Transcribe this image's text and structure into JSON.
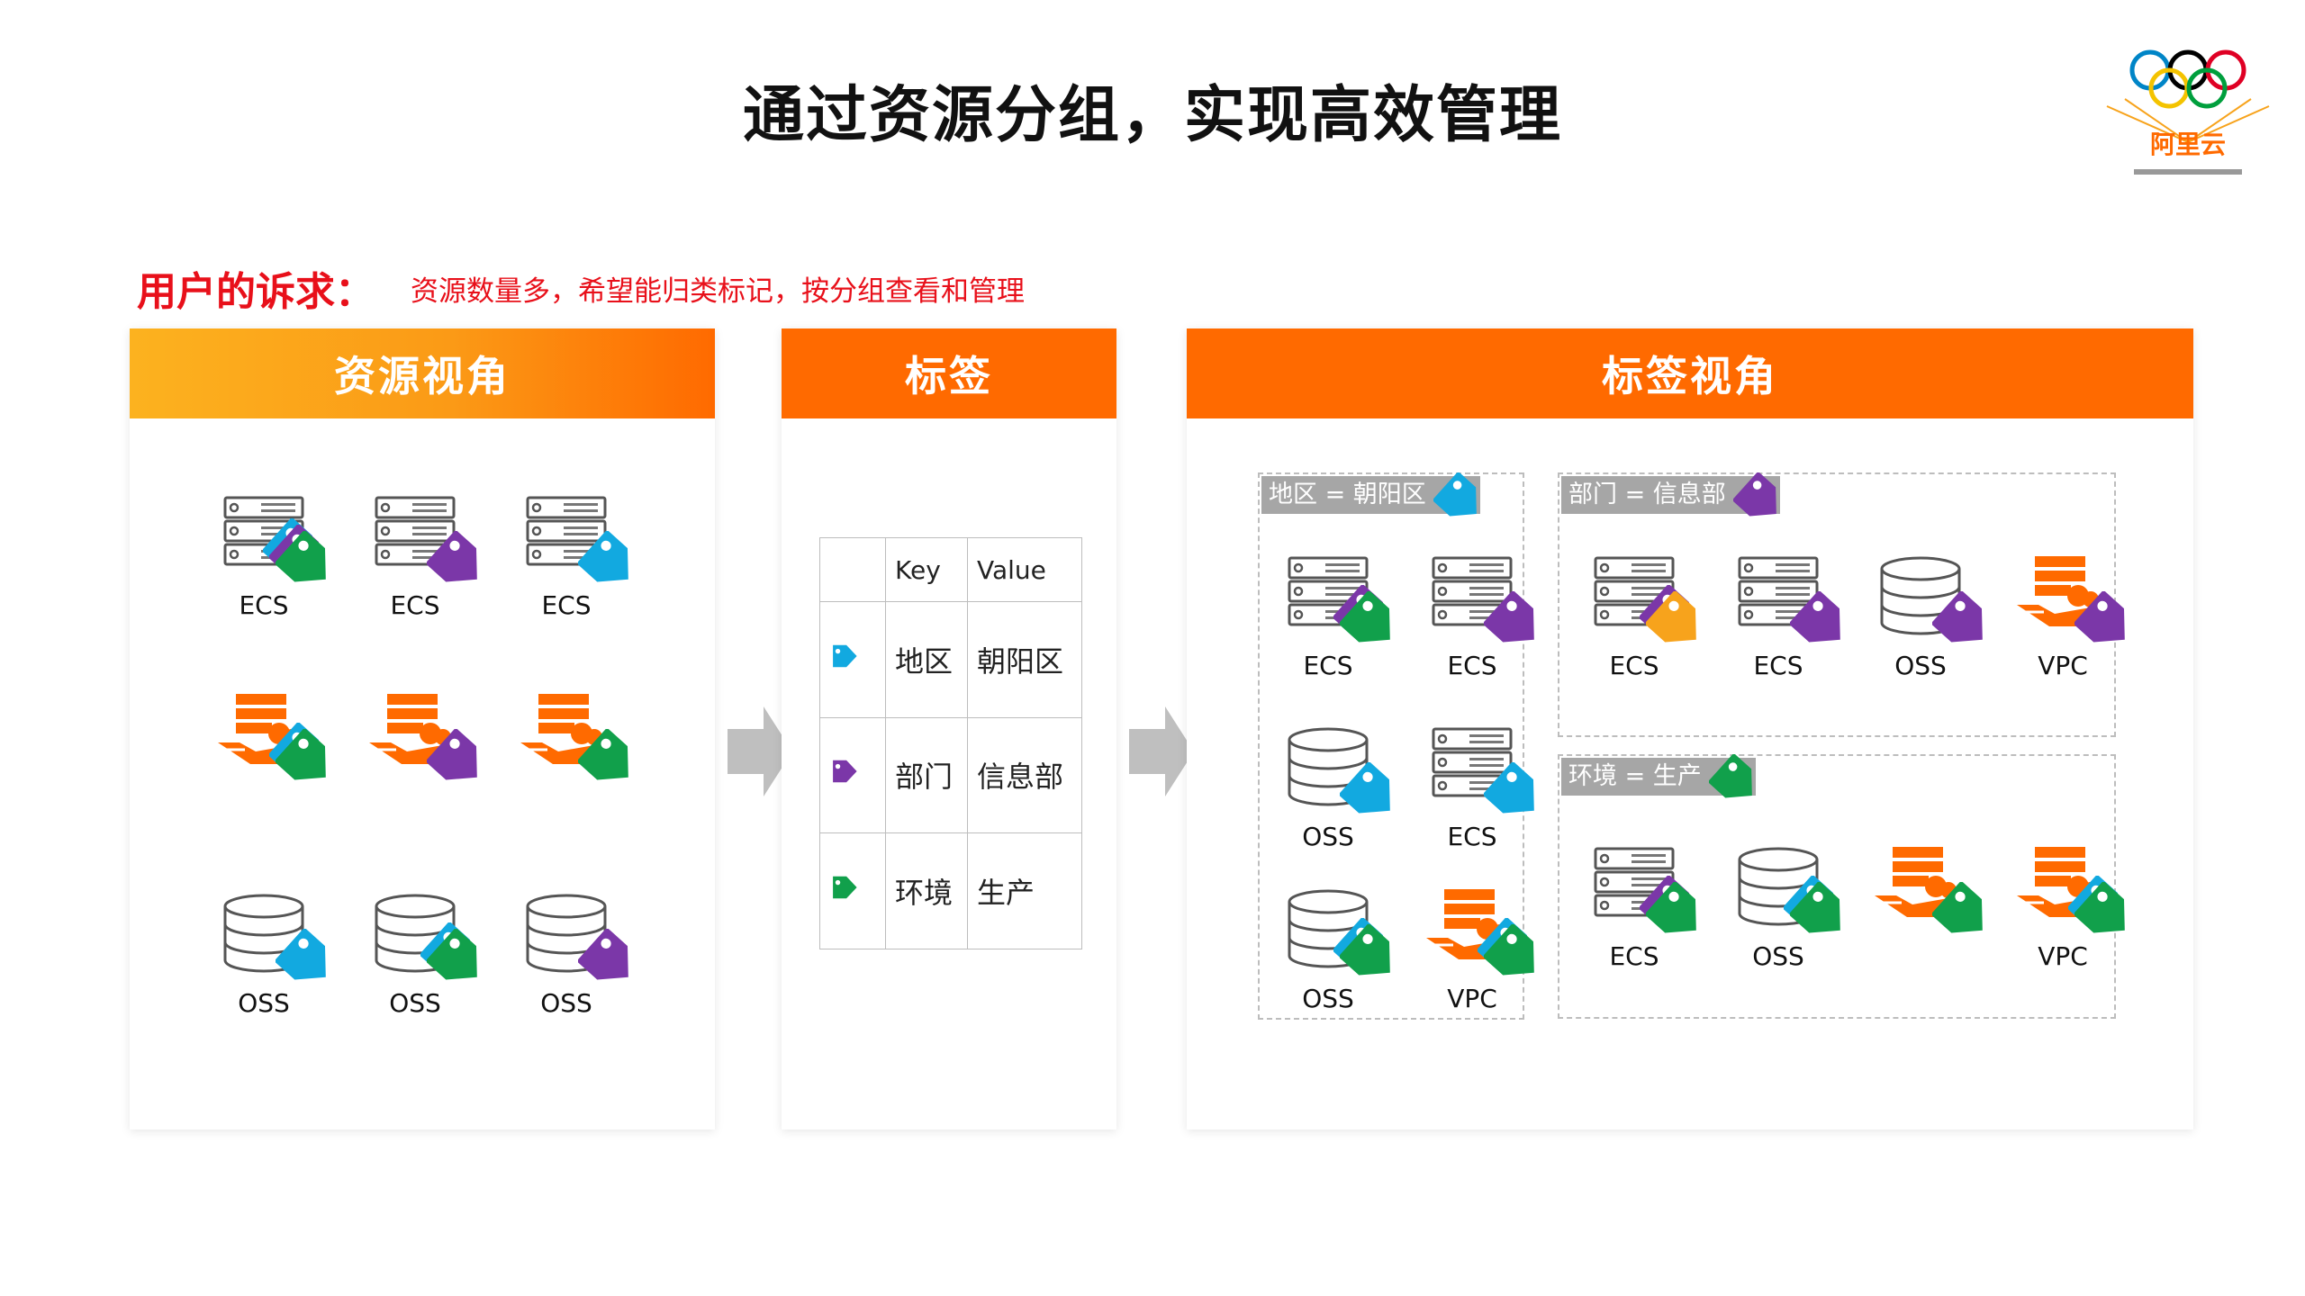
{
  "title": "通过资源分组，实现高效管理",
  "logo": {
    "brand": "阿里云"
  },
  "requirement": {
    "label": "用户的诉求：",
    "text": "资源数量多，希望能归类标记，按分组查看和管理"
  },
  "colors": {
    "orange": "#ff6a00",
    "yellow": "#fcb21f",
    "red": "#e8101a",
    "cyan": "#12a9e0",
    "purple": "#7b37a8",
    "green": "#11a04b",
    "amber": "#f7a31c"
  },
  "resource_panel": {
    "title": "资源视角",
    "items": [
      {
        "type": "ecs",
        "label": "ECS",
        "tags": [
          "cyan",
          "purple",
          "green"
        ]
      },
      {
        "type": "ecs",
        "label": "ECS",
        "tags": [
          "purple"
        ]
      },
      {
        "type": "ecs",
        "label": "ECS",
        "tags": [
          "cyan"
        ]
      },
      {
        "type": "vpc",
        "label": "",
        "tags": [
          "cyan",
          "green"
        ]
      },
      {
        "type": "vpc",
        "label": "",
        "tags": [
          "purple"
        ]
      },
      {
        "type": "vpc",
        "label": "",
        "tags": [
          "green"
        ]
      },
      {
        "type": "oss",
        "label": "OSS",
        "tags": [
          "cyan"
        ]
      },
      {
        "type": "oss",
        "label": "OSS",
        "tags": [
          "cyan",
          "green"
        ]
      },
      {
        "type": "oss",
        "label": "OSS",
        "tags": [
          "purple"
        ]
      }
    ]
  },
  "tag_panel": {
    "title": "标签",
    "columns": [
      "Key",
      "Value"
    ],
    "rows": [
      {
        "tag": "cyan",
        "key": "地区",
        "value": "朝阳区"
      },
      {
        "tag": "purple",
        "key": "部门",
        "value": "信息部"
      },
      {
        "tag": "green",
        "key": "环境",
        "value": "生产"
      }
    ]
  },
  "tagview_panel": {
    "title": "标签视角",
    "groups": [
      {
        "name": "地区 = 朝阳区",
        "tag": "cyan",
        "items": [
          {
            "type": "ecs",
            "label": "ECS",
            "tags": [
              "purple",
              "green"
            ]
          },
          {
            "type": "ecs",
            "label": "ECS",
            "tags": [
              "purple"
            ]
          },
          {
            "type": "oss",
            "label": "OSS",
            "tags": [
              "cyan"
            ]
          },
          {
            "type": "ecs",
            "label": "ECS",
            "tags": [
              "cyan"
            ]
          },
          {
            "type": "oss",
            "label": "OSS",
            "tags": [
              "cyan",
              "green"
            ]
          },
          {
            "type": "vpc",
            "label": "VPC",
            "tags": [
              "cyan",
              "green"
            ]
          }
        ]
      },
      {
        "name": "部门 = 信息部",
        "tag": "purple",
        "items": [
          {
            "type": "ecs",
            "label": "ECS",
            "tags": [
              "purple",
              "amber"
            ]
          },
          {
            "type": "ecs",
            "label": "ECS",
            "tags": [
              "purple"
            ]
          },
          {
            "type": "oss",
            "label": "OSS",
            "tags": [
              "purple"
            ]
          },
          {
            "type": "vpc",
            "label": "VPC",
            "tags": [
              "purple"
            ]
          }
        ]
      },
      {
        "name": "环境 = 生产",
        "tag": "green",
        "items": [
          {
            "type": "ecs",
            "label": "ECS",
            "tags": [
              "purple",
              "green"
            ]
          },
          {
            "type": "oss",
            "label": "OSS",
            "tags": [
              "cyan",
              "green"
            ]
          },
          {
            "type": "vpc",
            "label": "",
            "tags": [
              "green"
            ]
          },
          {
            "type": "vpc",
            "label": "VPC",
            "tags": [
              "cyan",
              "green"
            ]
          }
        ]
      }
    ]
  }
}
